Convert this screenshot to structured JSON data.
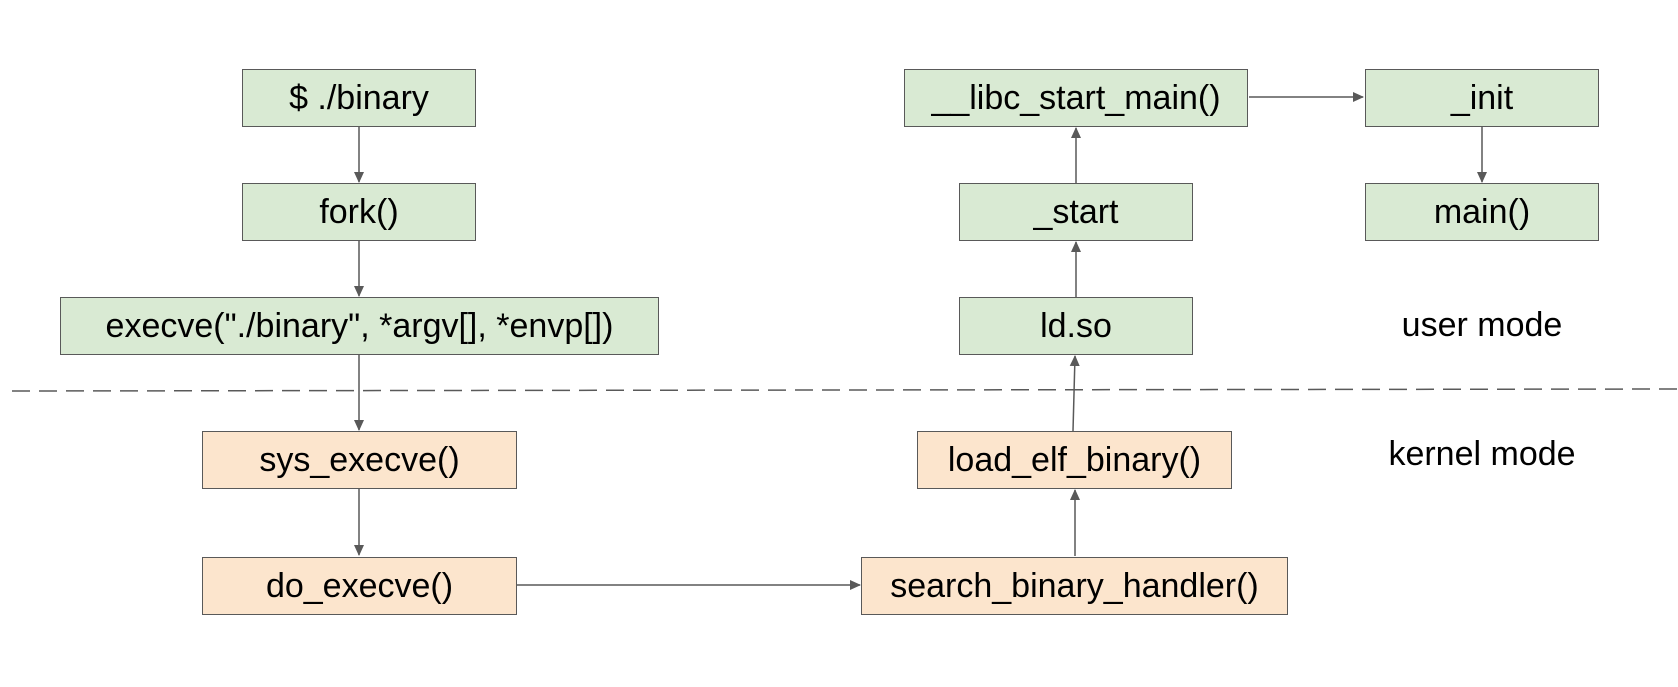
{
  "colors": {
    "user_fill": "#d9ead3",
    "kernel_fill": "#fce5cd",
    "border": "#595959",
    "edge": "#595959",
    "divider": "#595959"
  },
  "nodes": {
    "shell_command": "$ ./binary",
    "fork": "fork()",
    "execve_call": "execve(\"./binary\", *argv[], *envp[])",
    "sys_execve": "sys_execve()",
    "do_execve": "do_execve()",
    "search_binary_handler": "search_binary_handler()",
    "load_elf_binary": "load_elf_binary()",
    "ld_so": "ld.so",
    "start": "_start",
    "libc_start_main": "__libc_start_main()",
    "init": "_init",
    "main": "main()"
  },
  "edges": [
    {
      "from": "shell_command",
      "to": "fork"
    },
    {
      "from": "fork",
      "to": "execve_call"
    },
    {
      "from": "execve_call",
      "to": "sys_execve"
    },
    {
      "from": "sys_execve",
      "to": "do_execve"
    },
    {
      "from": "do_execve",
      "to": "search_binary_handler"
    },
    {
      "from": "search_binary_handler",
      "to": "load_elf_binary"
    },
    {
      "from": "load_elf_binary",
      "to": "ld_so"
    },
    {
      "from": "ld_so",
      "to": "start"
    },
    {
      "from": "start",
      "to": "libc_start_main"
    },
    {
      "from": "libc_start_main",
      "to": "init"
    },
    {
      "from": "init",
      "to": "main"
    }
  ],
  "labels": {
    "user_mode": "user mode",
    "kernel_mode": "kernel mode"
  }
}
